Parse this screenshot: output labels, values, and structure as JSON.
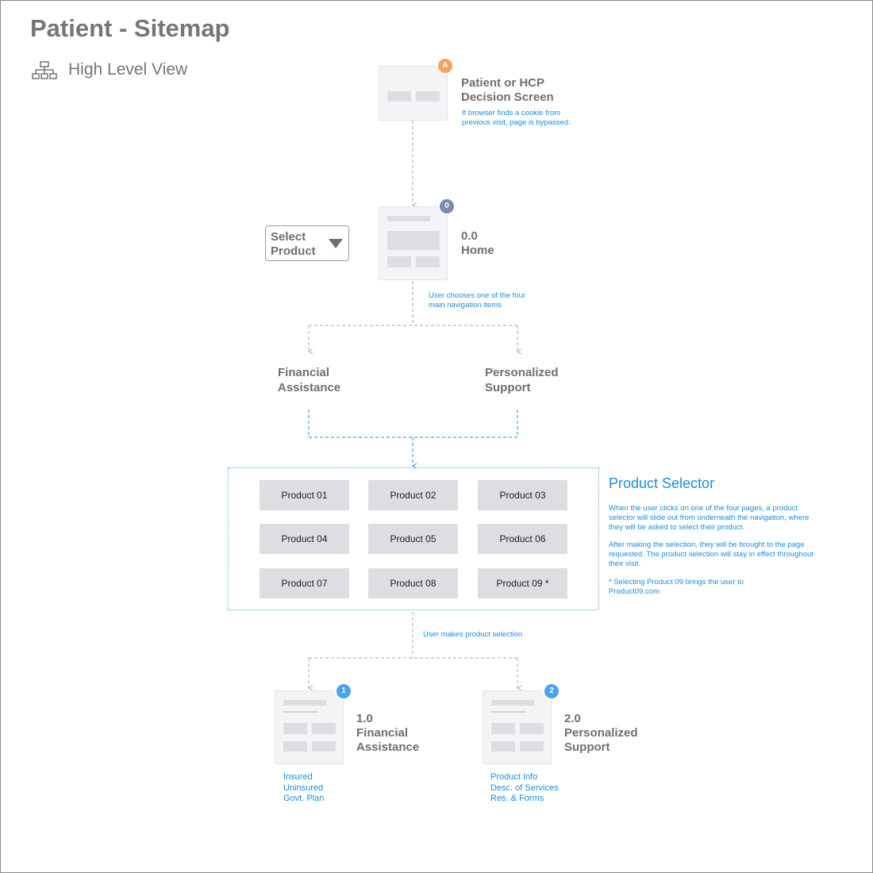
{
  "page": {
    "title": "Patient - Sitemap",
    "subtitle": "High Level View",
    "subtitle_icon": "sitemap-icon"
  },
  "colors": {
    "text_gray": "#6f6f6f",
    "accent_blue": "#1a8de0",
    "badge_orange": "#f5a25d",
    "badge_slate": "#7d8ab0",
    "badge_blue": "#4aa3ec",
    "page_fill": "#f4f4f6",
    "block_fill": "#dedee2"
  },
  "decision": {
    "badge": "A",
    "label_lines": [
      "Patient or HCP",
      "Decision Screen"
    ],
    "note_lines": [
      "If browser finds a cookie from",
      "previous visit, page is bypassed."
    ]
  },
  "home": {
    "badge": "0",
    "label_lines": [
      "0.0",
      "Home"
    ],
    "note_lines": [
      "User chooses one of the four",
      "main navigation items"
    ]
  },
  "select_product": {
    "label_lines": [
      "Select",
      "Product"
    ],
    "icon": "dropdown-triangle-icon"
  },
  "nav": [
    {
      "label_lines": [
        "Financial",
        "Assistance"
      ]
    },
    {
      "label_lines": [
        "Personalized",
        "Support"
      ]
    }
  ],
  "product_selector": {
    "title": "Product Selector",
    "products": [
      "Product 01",
      "Product 02",
      "Product 03",
      "Product 04",
      "Product 05",
      "Product 06",
      "Product 07",
      "Product 08",
      "Product 09 *"
    ],
    "desc_paragraphs": [
      "When the user clicks on one of the four pages, a product selector will slide out from underneath the navigation, where they will be asked to select their product.",
      "After making the selection, they will be brought to the page requested. The product selection will stay in effect throughout their visit.",
      "* Selecting Product 09 brings the user to Product09.com"
    ],
    "after_note": "User makes product selection"
  },
  "sections": [
    {
      "badge": "1",
      "label_lines": [
        "1.0",
        "Financial",
        "Assistance"
      ],
      "links": [
        "Insured",
        "Uninsured",
        "Govt. Plan"
      ]
    },
    {
      "badge": "2",
      "label_lines": [
        "2.0",
        "Personalized",
        "Support"
      ],
      "links": [
        "Product Info",
        "Desc. of Services",
        "Res. & Forms"
      ]
    }
  ]
}
